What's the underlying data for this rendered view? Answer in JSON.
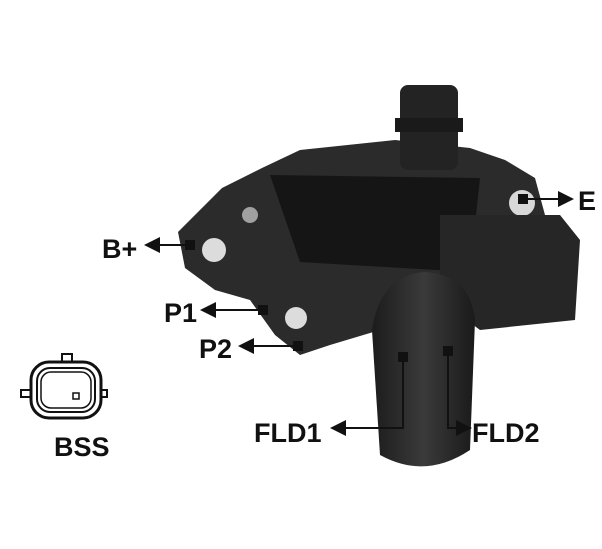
{
  "labels": {
    "b_plus": "B+",
    "e": "E",
    "p1": "P1",
    "p2": "P2",
    "fld1": "FLD1",
    "fld2": "FLD2",
    "bss": "BSS"
  },
  "colors": {
    "body": "#2a2a2a",
    "body_dark": "#161616",
    "label": "#111111"
  }
}
